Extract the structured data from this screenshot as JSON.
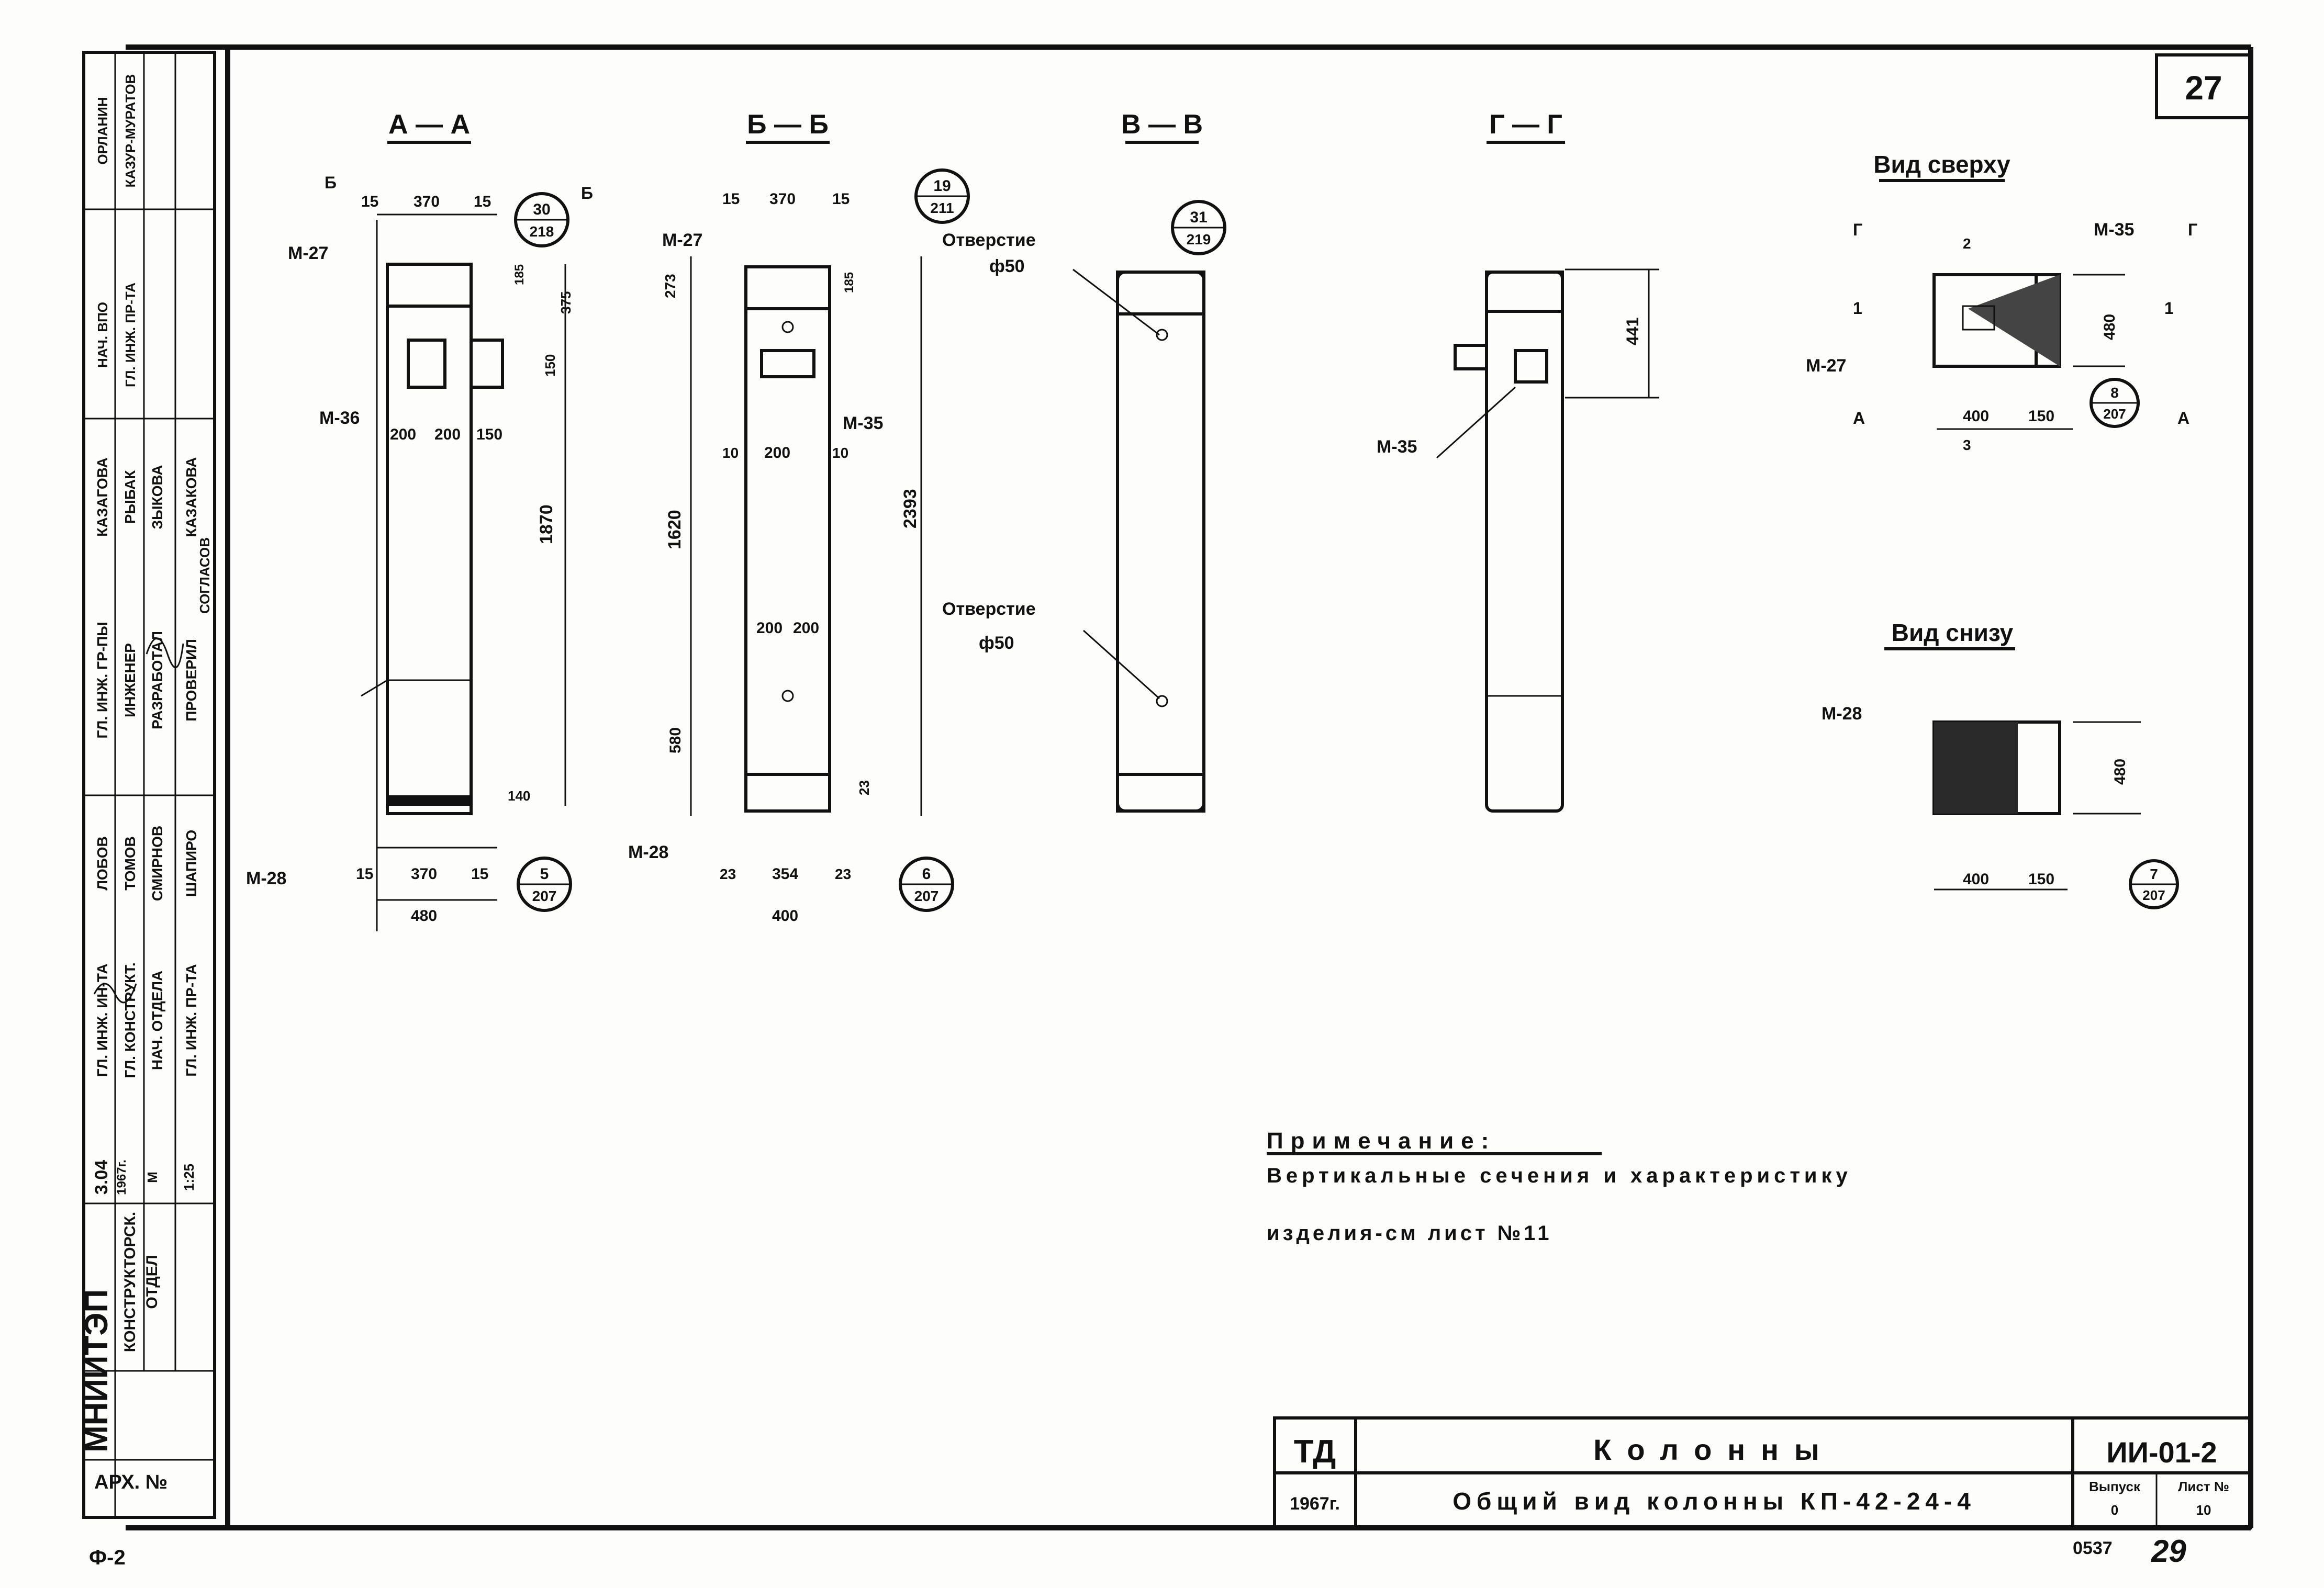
{
  "sheet": {
    "number_top": "27",
    "number_bottom": "29",
    "code_bottom": "0537",
    "format": "Ф-2"
  },
  "left_stamp": {
    "institute": "МНИИТЭП",
    "arch_no_label": "АРХ. №",
    "dept": [
      "КОНСТРУКТОРСК.",
      "ОТДЕЛ"
    ],
    "rows": [
      [
        "ГЛ. ИНЖ. ИН-ТА",
        "ЛОБОВ"
      ],
      [
        "ГЛ. КОНСТРУКТ.",
        "ТОМОВ"
      ],
      [
        "НАЧ. ОТДЕЛА",
        "СМИРНОВ"
      ],
      [
        "ГЛ. ИНЖ. ПР-ТА",
        "ШАПИРО"
      ],
      [
        "ГЛ. ИНЖ. ГР-ПЫ",
        "КАЗАГОВА"
      ],
      [
        "ИНЖЕНЕР",
        "РЫБАК"
      ],
      [
        "РАЗРАБОТАЛ",
        "ЗЫКОВА"
      ],
      [
        "ПРОВЕРИЛ",
        "КАЗАКОВА"
      ],
      [
        "НАЧ. ВПО",
        "ОРЛАНИН"
      ],
      [
        "ГЛ. ИНЖ. ПР-ТА",
        "КАЗУР-МУРАТОВ"
      ]
    ],
    "agreed": "СОГЛАСОВ",
    "date": "3.04",
    "year_small": "1967г.",
    "scale_label": "М",
    "scale": "1:25"
  },
  "sections": {
    "aa": {
      "title": "А — А",
      "dims": [
        "15",
        "370",
        "15",
        "185",
        "375",
        "150",
        "200",
        "200",
        "150",
        "1870",
        "140",
        "15",
        "370",
        "15",
        "480"
      ],
      "callouts": [
        [
          "30",
          "218"
        ],
        [
          "5",
          "207"
        ]
      ],
      "marks": [
        "М-27",
        "М-36",
        "М-28"
      ],
      "cut_a": "Б",
      "cut_b": "Б"
    },
    "bb": {
      "title": "Б — Б",
      "dims": [
        "15",
        "370",
        "15",
        "273",
        "185",
        "10",
        "200",
        "10",
        "1620",
        "200",
        "200",
        "580",
        "2393",
        "23",
        "23",
        "354",
        "23",
        "400"
      ],
      "callouts": [
        [
          "19",
          "211"
        ],
        [
          "6",
          "207"
        ]
      ],
      "marks": [
        "М-27",
        "М-35",
        "М-28"
      ]
    },
    "vv": {
      "title": "В — В",
      "callouts": [
        [
          "31",
          "219"
        ]
      ],
      "hole_top": [
        "Отверстие",
        "ф50"
      ],
      "hole_mid": [
        "Отверстие",
        "ф50"
      ]
    },
    "gg": {
      "title": "Г — Г",
      "dims": [
        "441"
      ],
      "marks": [
        "М-35"
      ]
    },
    "top_view": {
      "title": "Вид сверху",
      "dims": [
        "480",
        "400",
        "150"
      ],
      "marks": [
        "М-27",
        "М-35"
      ],
      "callouts": [
        [
          "8",
          "207"
        ]
      ],
      "cuts": [
        "Г",
        "Г",
        "1",
        "1",
        "А",
        "А",
        "2",
        "3"
      ]
    },
    "bottom_view": {
      "title": "Вид снизу",
      "dims": [
        "480",
        "400",
        "150"
      ],
      "marks": [
        "М-28"
      ],
      "callouts": [
        [
          "7",
          "207"
        ]
      ]
    }
  },
  "note": {
    "title": "Примечание:",
    "line1": "Вертикальные сечения и характеристику",
    "line2": "изделия-см лист №11"
  },
  "title_block": {
    "org": "ТД",
    "year": "1967г.",
    "name": "Колонны",
    "subtitle": "Общий вид колонны КП-42-24-4",
    "series": "ИИ-01-2",
    "issue_label": "Выпуск",
    "issue": "0",
    "sheet_label": "Лист №",
    "sheet_no": "10"
  }
}
